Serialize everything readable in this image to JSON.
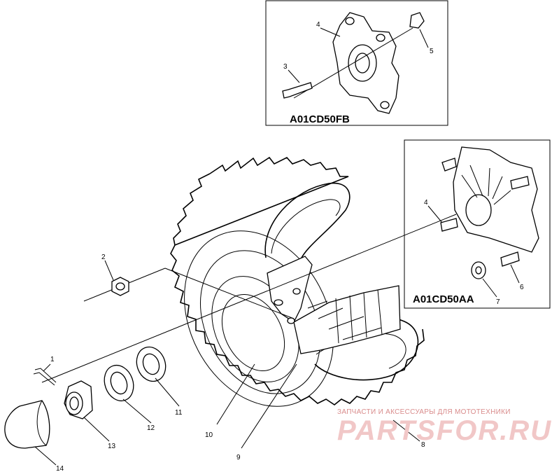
{
  "insets": [
    {
      "code": "A01CD50FB",
      "callouts": [
        "3",
        "4",
        "5"
      ]
    },
    {
      "code": "A01CD50AA",
      "callouts": [
        "4",
        "6",
        "7"
      ]
    }
  ],
  "callouts_main": [
    "1",
    "2",
    "8",
    "9",
    "10",
    "11",
    "12",
    "13",
    "14"
  ],
  "watermark": {
    "tagline": "ЗАПЧАСТИ И АКСЕССУАРЫ ДЛЯ МОТОТЕХНИКИ",
    "brand": "PARTSFOR.RU",
    "color": "#e8a0a0"
  }
}
